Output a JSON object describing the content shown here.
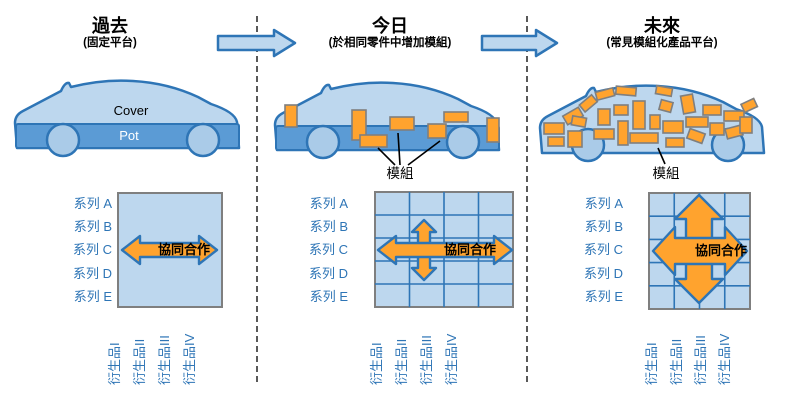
{
  "stages": [
    {
      "title": "過去",
      "subtitle": "(固定平台)"
    },
    {
      "title": "今日",
      "subtitle": "(於相同零件中增加模組)"
    },
    {
      "title": "未來",
      "subtitle": "(常見模組化產品平台)"
    }
  ],
  "car_labels": {
    "cover": "Cover",
    "pot": "Pot",
    "module": "模組"
  },
  "matrix": {
    "series": [
      "系列 A",
      "系列 B",
      "系列 C",
      "系列 D",
      "系列 E"
    ],
    "derivatives": [
      "衍生品I",
      "衍生品II",
      "衍生品III",
      "衍生品IV"
    ],
    "collaboration": "協同合作"
  },
  "colors": {
    "car_body_blue": "#bdd7ee",
    "platform_blue": "#5b9bd5",
    "outline_blue": "#2e75b6",
    "module_orange": "#ffa32e",
    "module_border_gray": "#7f7f7f",
    "label_blue": "#2e75b6",
    "divider_gray": "#595959"
  }
}
